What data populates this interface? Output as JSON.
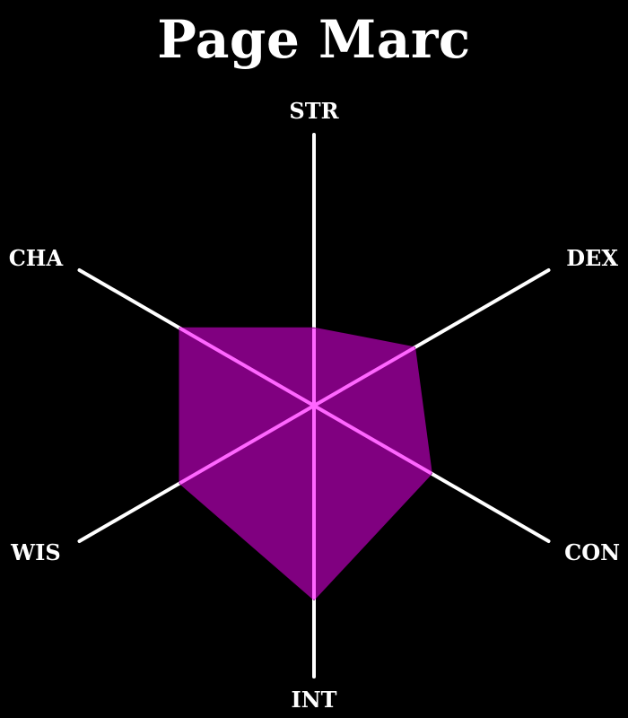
{
  "chart_data": {
    "type": "radar",
    "title": "Page Marc",
    "categories": [
      "STR",
      "DEX",
      "CON",
      "INT",
      "WIS",
      "CHA"
    ],
    "series": [
      {
        "values": [
          4,
          6,
          7,
          10,
          8,
          8
        ]
      }
    ],
    "rlim": [
      0,
      14
    ],
    "grid": false,
    "colors": {
      "background": "#000000",
      "axis": "#ffffff",
      "fill": "#800080",
      "stroke": "#ff66ff",
      "text": "#ffffff"
    }
  }
}
